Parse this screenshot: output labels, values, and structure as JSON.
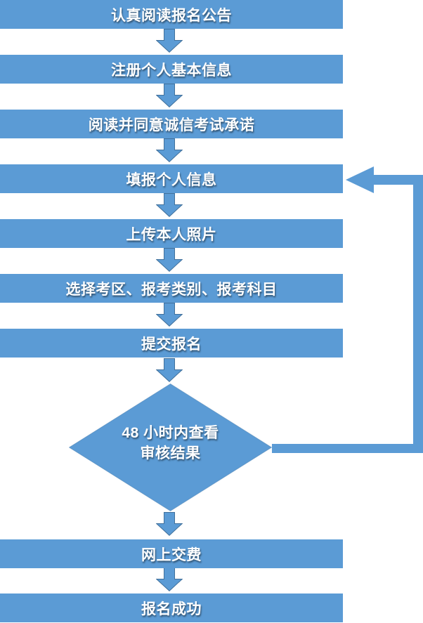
{
  "colors": {
    "background": "#FFFFFF",
    "node_fill": "#5B9BD5",
    "arrow_fill": "#5B9BD5",
    "arrow_border": "#41719C",
    "diamond_border": "#4F86B8",
    "label_color": "#FFFFFF"
  },
  "flow": {
    "steps": [
      {
        "label": "认真阅读报名公告"
      },
      {
        "label": "注册个人基本信息"
      },
      {
        "label": "阅读并同意诚信考试承诺"
      },
      {
        "label": "填报个人信息"
      },
      {
        "label": "上传本人照片"
      },
      {
        "label": "选择考区、报考类别、报考科目"
      },
      {
        "label": "提交报名"
      },
      {
        "label": "网上交费"
      },
      {
        "label": "报名成功"
      }
    ],
    "decision": {
      "line1": "48 小时内查看",
      "line2": "审核结果"
    }
  }
}
